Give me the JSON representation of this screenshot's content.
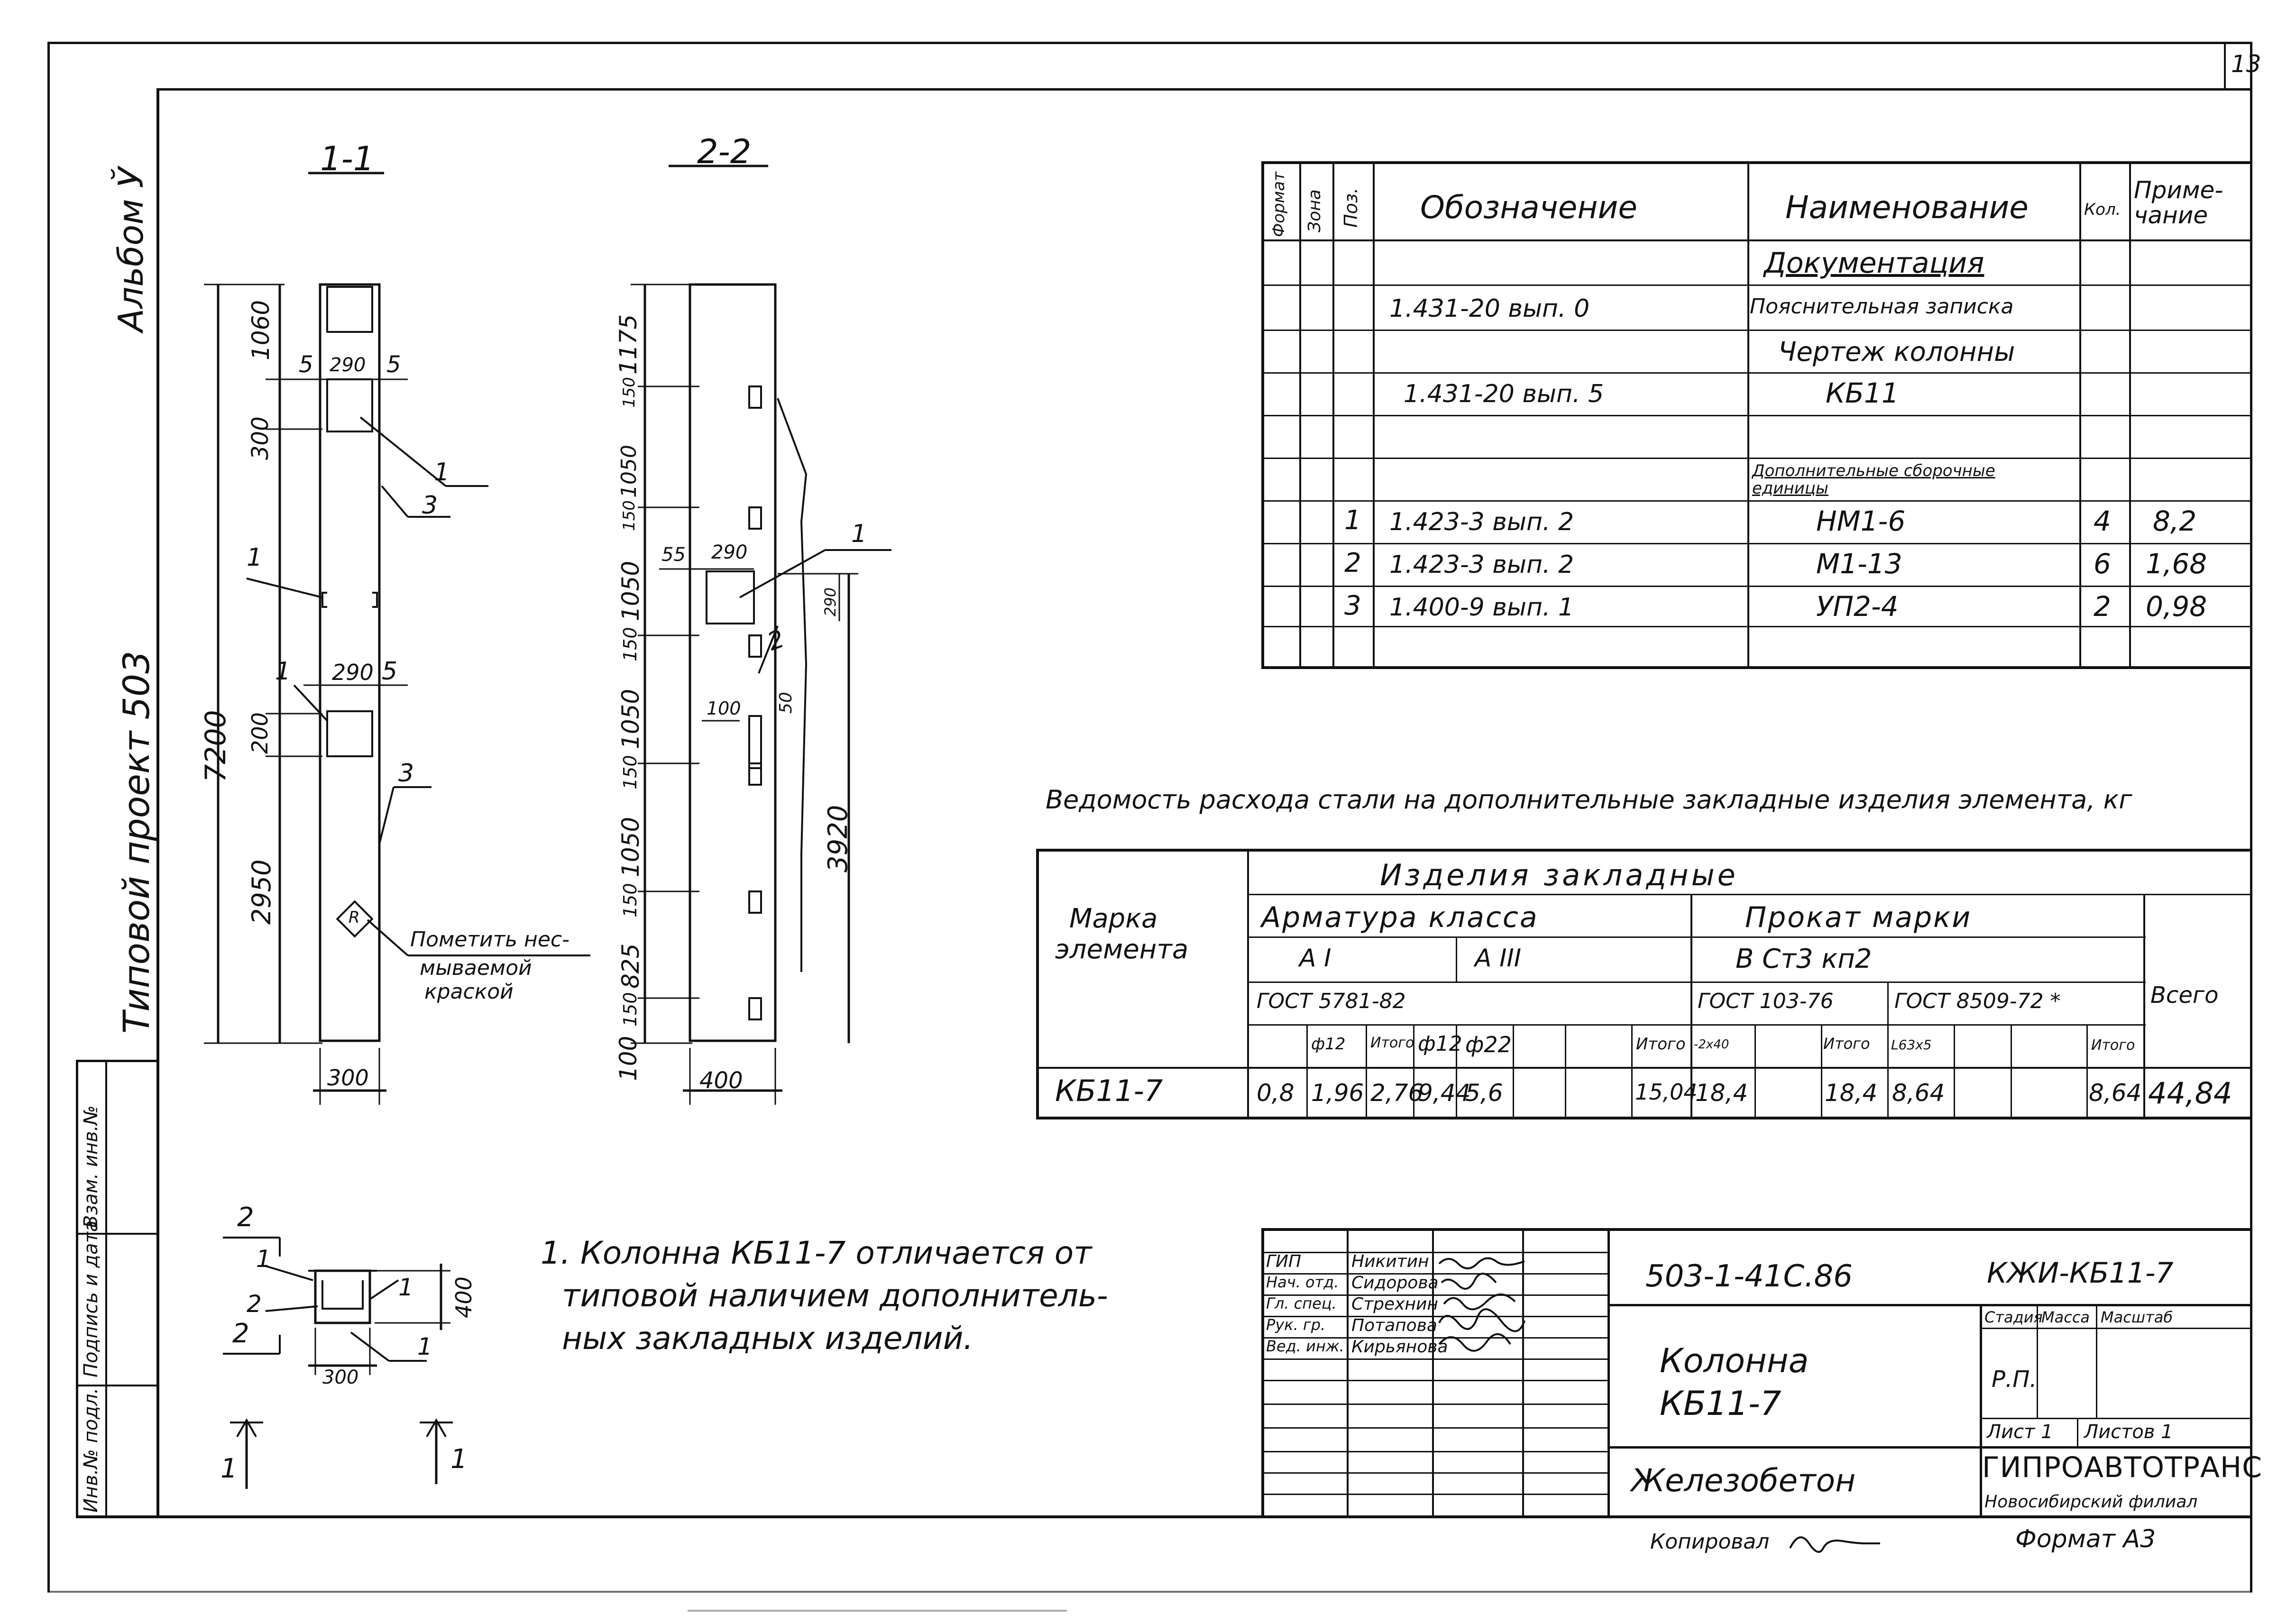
{
  "sheet": {
    "page_number": "13",
    "album": "Альбом Ў",
    "project": "Типовой проект 503",
    "copied": "Копировал",
    "format": "Формат А3"
  },
  "side_stamp": [
    "Инв.№ подл.",
    "Подпись и дата",
    "Взам. инв.№"
  ],
  "sections": {
    "s11": "1-1",
    "s22": "2-2",
    "s11_dims": {
      "total": "7200",
      "top": "1060",
      "d300": "300",
      "d200": "200",
      "bottom": "2950",
      "w290a": "290",
      "w290b": "290",
      "gap5a": "5",
      "gap5b": "5",
      "gap5c": "5",
      "width": "300"
    },
    "s11_labels": {
      "l1a": "1",
      "l3a": "3",
      "l1b": "1",
      "l1c": "1",
      "l3b": "3"
    },
    "paint_note": [
      "Пометить нес-",
      "мываемой",
      "краской"
    ],
    "paint_mark": "R",
    "s22_dims": {
      "d1175": "1175",
      "d150a": "150",
      "d1050a": "1050",
      "d150b": "150",
      "d1050b": "1050",
      "d150c": "150",
      "d1050c": "1050",
      "d150d": "150",
      "d1050d": "1050",
      "d150e": "150",
      "d825": "825",
      "d150f": "150",
      "d100": "100",
      "w55": "55",
      "w290": "290",
      "h290": "290",
      "w100": "100",
      "h50": "50",
      "d3920": "3920",
      "width": "400"
    },
    "s22_labels": {
      "l1": "1",
      "l2": "2"
    }
  },
  "plan": {
    "cut": "2",
    "cut2": "2",
    "l1a": "1",
    "l2": "2",
    "l1b": "1",
    "l1c": "1",
    "width": "300",
    "height": "400",
    "arrow1": "1",
    "arrow2": "1"
  },
  "spec_table": {
    "headers": {
      "format": "Формат",
      "zone": "Зона",
      "pos": "Поз.",
      "designation": "Обозначение",
      "name": "Наименование",
      "qty": "Кол.",
      "note": "Приме-чание"
    },
    "rows": [
      {
        "pos": "",
        "designation": "",
        "name": "Документация",
        "qty": "",
        "note": ""
      },
      {
        "pos": "",
        "designation": "1.431-20   вып. 0",
        "name": "Пояснительная записка",
        "qty": "",
        "note": ""
      },
      {
        "pos": "",
        "designation": "",
        "name": "Чертеж колонны",
        "qty": "",
        "note": ""
      },
      {
        "pos": "",
        "designation": "1.431-20   вып. 5",
        "name": "КБ11",
        "qty": "",
        "note": ""
      },
      {
        "pos": "",
        "designation": "",
        "name": "",
        "qty": "",
        "note": ""
      },
      {
        "pos": "",
        "designation": "",
        "name": "Дополнительные сборочные единицы",
        "qty": "",
        "note": ""
      },
      {
        "pos": "1",
        "designation": "1.423-3   вып. 2",
        "name": "НМ1-6",
        "qty": "4",
        "note": "8,2"
      },
      {
        "pos": "2",
        "designation": "1.423-3   вып. 2",
        "name": "М1-13",
        "qty": "6",
        "note": "1,68"
      },
      {
        "pos": "3",
        "designation": "1.400-9   вып. 1",
        "name": "УП2-4",
        "qty": "2",
        "note": "0,98"
      },
      {
        "pos": "",
        "designation": "",
        "name": "",
        "qty": "",
        "note": ""
      }
    ]
  },
  "steel": {
    "caption": "Ведомость расхода стали на дополнительные закладные изделия элемента, кг",
    "h_mark": [
      "Марка",
      "элемента"
    ],
    "h_items": "Изделия закладные",
    "h_rebar": "Арматура класса",
    "h_rolled": "Прокат марки",
    "h_total": "Всего",
    "h_AI": "А I",
    "h_AIII": "А III",
    "h_steel": "В Ст3 кп2",
    "h_gost1": "ГОСТ 5781-82",
    "h_gost2": "ГОСТ 103-76",
    "h_gost3": "ГОСТ 8509-72 *",
    "sub": [
      "",
      "ф12",
      "Итого",
      "ф12",
      "ф22",
      "",
      "Итого",
      "-2х40",
      "",
      "Итого",
      "L63х5",
      "",
      "",
      "Итого",
      ""
    ],
    "row": {
      "mark": "КБ11-7",
      "cells": [
        "0,8",
        "1,96",
        "2,76",
        "9,44",
        "5,6",
        "",
        "15,04",
        "18,4",
        "",
        "18,4",
        "8,64",
        "",
        "",
        "8,64",
        "44,84"
      ]
    }
  },
  "note_text": [
    "1. Колонна КБ11-7 отличается от",
    "типовой наличием дополнитель-",
    "ных закладных изделий."
  ],
  "title_block": {
    "roles": [
      {
        "role": "ГИП",
        "name": "Никитин"
      },
      {
        "role": "Нач. отд.",
        "name": "Сидорова"
      },
      {
        "role": "Гл. спец.",
        "name": "Стрехнин"
      },
      {
        "role": "Рук. гр.",
        "name": "Потапова"
      },
      {
        "role": "Вед. инж.",
        "name": "Кирьянова"
      }
    ],
    "code": "503-1-41С.86",
    "doc_code": "КЖИ-КБ11-7",
    "title": [
      "Колонна",
      "КБ11-7"
    ],
    "material": "Железобетон",
    "stage_h": "Стадия",
    "mass_h": "Масса",
    "scale_h": "Масштаб",
    "stage": "Р.П.",
    "sheet": "Лист 1",
    "sheets": "Листов 1",
    "org": "ГИПРОАВТОТРАНС",
    "branch": "Новосибирский филиал"
  }
}
